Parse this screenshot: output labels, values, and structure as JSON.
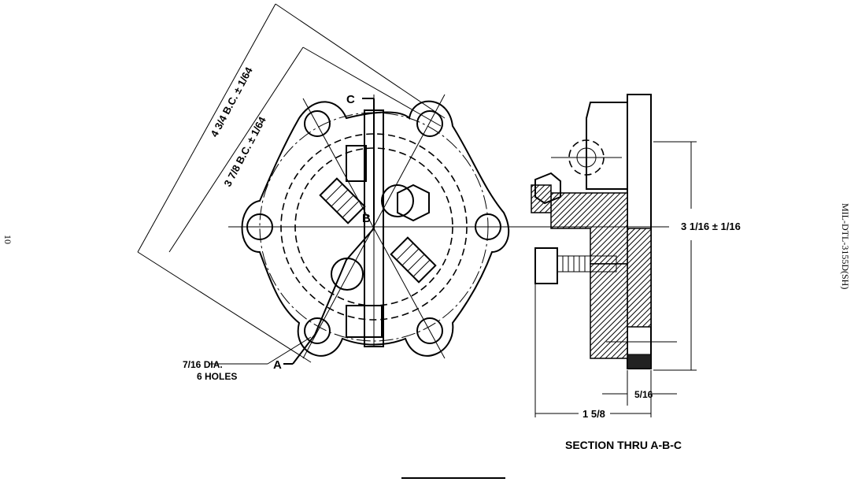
{
  "page": {
    "number": "10",
    "document_id": "MIL-DTL-3155D(SH)"
  },
  "front_view": {
    "outer_bc_label": "4 3/4 B.C. ± 1/64",
    "inner_bc_label": "3 7/8 B.C. ± 1/64",
    "section_c": "C",
    "section_b": "B",
    "section_a": "A",
    "hole_dia": "7/16 DIA.",
    "hole_count": "6 HOLES"
  },
  "section_view": {
    "height_dim": "3 1/16 ± 1/16",
    "flange_dim": "5/16",
    "depth_dim": "1 5/8",
    "caption": "SECTION THRU A-B-C"
  }
}
